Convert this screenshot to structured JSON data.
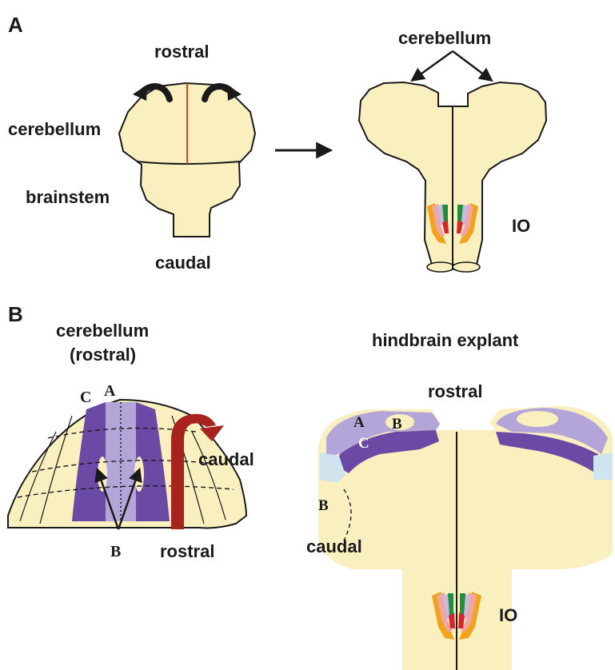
{
  "panel_a": {
    "letter": "A",
    "rostral": "rostral",
    "cerebellum_left": "cerebellum",
    "brainstem": "brainstem",
    "caudal": "caudal",
    "cerebellum_right": "cerebellum",
    "io": "IO"
  },
  "panel_b": {
    "letter": "B",
    "cerebellum_line1": "cerebellum",
    "cerebellum_line2": "(rostral)",
    "hindbrain_explant": "hindbrain explant",
    "zone_a": "A",
    "zone_b": "B",
    "zone_c": "C",
    "caudal_arrow_label": "caudal",
    "rostral_arrow_label": "rostral",
    "explant_rostral": "rostral",
    "explant_zone_a": "A",
    "explant_zone_b": "B",
    "explant_zone_c": "C",
    "explant_zone_b_lower": "B",
    "explant_caudal": "caudal",
    "io": "IO"
  },
  "colors": {
    "tissue": "#f9efbf",
    "outline": "#1a1a1a",
    "midline_red": "#d2461e",
    "dark_purple": "#6a4aa4",
    "light_purple": "#b4a5d8",
    "light_blue": "#cfe4ee",
    "red_arrow": "#a8231d",
    "io_orange": "#f2a21b",
    "io_red": "#d8242b",
    "io_green": "#1f8f3a",
    "io_lavender": "#c9b8e0",
    "io_pink": "#eda6a2"
  }
}
